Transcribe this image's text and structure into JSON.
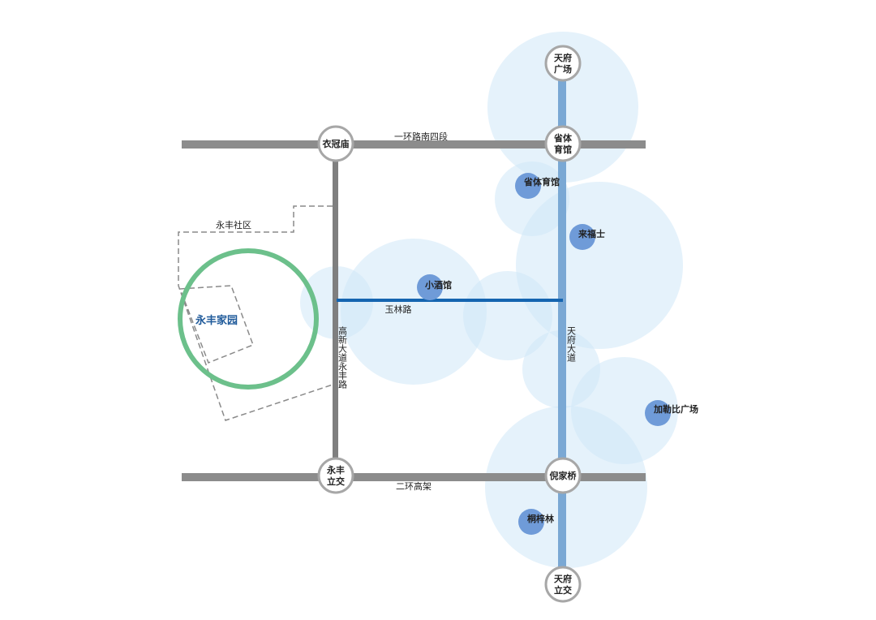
{
  "colors": {
    "major_road": "#8c8c8c",
    "gaoxin_road": "#7f7f7f",
    "yulin_road": "#1565b0",
    "tianfu_road": "#7aa8d4",
    "coverage_circle": "#cfe8f7",
    "poi_marker": "#6f9bd8",
    "estate_ring": "#6cc08b",
    "estate_label": "#1f5a9a",
    "community_boundary": "#8a8a8a",
    "node_border": "#a7a7a7"
  },
  "roads": {
    "yihuan": "一环路南四段",
    "erhuan": "二环高架",
    "yulin": "玉林路",
    "gaoxin": "高新大道永丰路",
    "tianfu": "天府大道"
  },
  "nodes": {
    "yiguanmiao": "衣冠庙",
    "tianfu_square": [
      "天府",
      "广场"
    ],
    "stadium": [
      "省体",
      "育馆"
    ],
    "yongfeng_interchange": [
      "永丰",
      "立交"
    ],
    "nijiaqiao": "倪家桥",
    "tianfu_interchange": [
      "天府",
      "立交"
    ]
  },
  "pois": {
    "stadium": "省体育馆",
    "raffles": "来福士",
    "bar": "小酒馆",
    "galleria": "加勒比广场",
    "tongzilin": "桐梓林"
  },
  "area": {
    "community": "永丰社区",
    "estate": "永丰家园"
  },
  "icons": {
    "station_node": "station-node-icon",
    "poi_marker": "poi-marker-icon"
  }
}
